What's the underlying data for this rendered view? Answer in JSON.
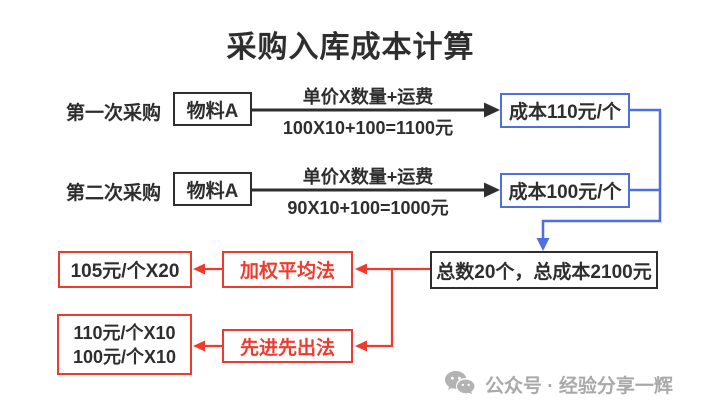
{
  "title": "采购入库成本计算",
  "colors": {
    "accent_blue": "#4d6fe2",
    "accent_red": "#f13a2e",
    "ink": "#2e2e2e",
    "watermark_gray": "#a9a9a9"
  },
  "rows": [
    {
      "label": "第一次采购",
      "item": "物料A",
      "formula_top": "单价X数量+运费",
      "formula_bottom": "100X10+100=1100元",
      "result": "成本110元/个"
    },
    {
      "label": "第二次采购",
      "item": "物料A",
      "formula_top": "单价X数量+运费",
      "formula_bottom": "90X10+100=1000元",
      "result": "成本100元/个"
    }
  ],
  "summary": "总数20个，总成本2100元",
  "methods": [
    {
      "name": "加权平均法",
      "result_lines": [
        "105元/个X20"
      ]
    },
    {
      "name": "先进先出法",
      "result_lines": [
        "110元/个X10",
        "100元/个X10"
      ]
    }
  ],
  "watermark": {
    "icon": "wechat-icon",
    "text": "公众号 · 经验分享一辉"
  }
}
